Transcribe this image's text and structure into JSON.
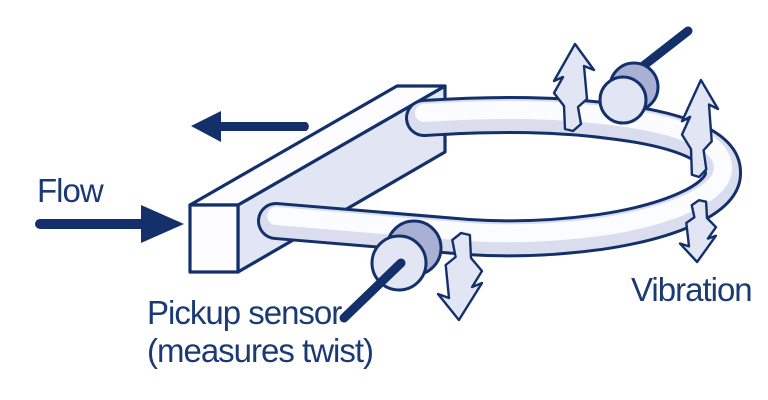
{
  "diagram": {
    "name": "Coriolis flow meter tube diagram",
    "labels": {
      "flow": "Flow",
      "pickup_sensor_line1": "Pickup sensor",
      "pickup_sensor_line2": "(measures twist)",
      "vibration": "Vibration"
    },
    "elements": [
      "inlet-flow-arrow",
      "outlet-flow-arrow",
      "manifold-block",
      "u-shaped-flow-tube",
      "pickup-sensor-top",
      "pickup-sensor-bottom",
      "vibration-arrow-up-left",
      "vibration-arrow-up-right",
      "vibration-arrow-down-right",
      "vibration-arrow-down-center"
    ]
  },
  "colors": {
    "navy": "#14306b",
    "text_navy": "#1b3a74",
    "lavender_light": "#e2e5f3",
    "lavender_mid": "#a8b0d3",
    "tube_fill": "#d9ddee",
    "tube_highlight": "#fbfcff",
    "background": "#ffffff"
  }
}
